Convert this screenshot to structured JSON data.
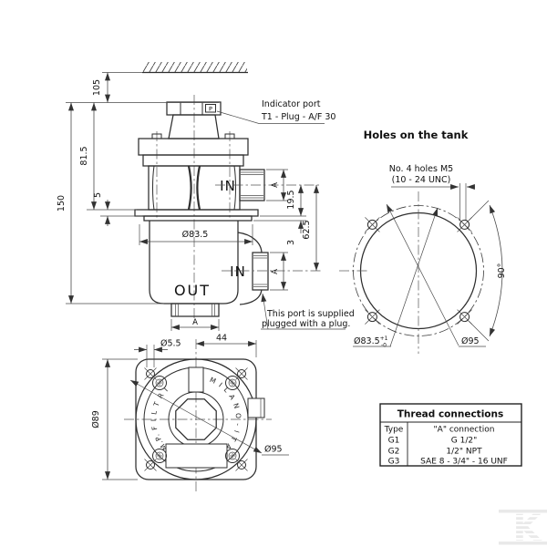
{
  "side_view": {
    "indicator_note": {
      "line1": "Indicator port",
      "line2": "T1 - Plug - A/F 30"
    },
    "plug_letter": "P",
    "labels": {
      "in_upper": "IN",
      "in_lower": "IN",
      "out": "OUT"
    },
    "dims": {
      "wall_clearance": "105",
      "upper_height": "81.5",
      "total_height": "150",
      "flange_thickness": "5",
      "body_diameter": "Ø83.5",
      "upper_port_axis": "19.5",
      "port_axis_span": "62.5",
      "lip_thickness": "3",
      "port_a_upper": "A",
      "port_a_lower": "A",
      "port_a_out": "A"
    },
    "plugged_note": {
      "line1": "This port is supplied",
      "line2": "plugged with a plug."
    }
  },
  "tank_view": {
    "title": "Holes on the tank",
    "holes_note": {
      "line1": "No. 4 holes M5",
      "line2": "(10 - 24 UNC)"
    },
    "dims": {
      "angle": "90°",
      "hole_diameter": "Ø83.5",
      "hole_tol_plus": "+1",
      "hole_tol_minus": "-0",
      "bolt_circle": "Ø95"
    }
  },
  "bottom_view": {
    "dims": {
      "corner_hole": "Ø5.5",
      "center_to_edge": "44",
      "body_diameter": "Ø89",
      "bolt_circle": "Ø95"
    },
    "branding": {
      "left_arc": "M.P.  F I L T R I",
      "right_arc": "M I L A N O - I T A L Y"
    }
  },
  "table": {
    "title": "Thread connections",
    "col_type": "Type",
    "col_conn": "\"A\"  connection",
    "rows": [
      {
        "type": "G1",
        "conn": "G 1/2\""
      },
      {
        "type": "G2",
        "conn": "1/2\" NPT"
      },
      {
        "type": "G3",
        "conn": "SAE 8 - 3/4\" - 16 UNF"
      }
    ]
  }
}
